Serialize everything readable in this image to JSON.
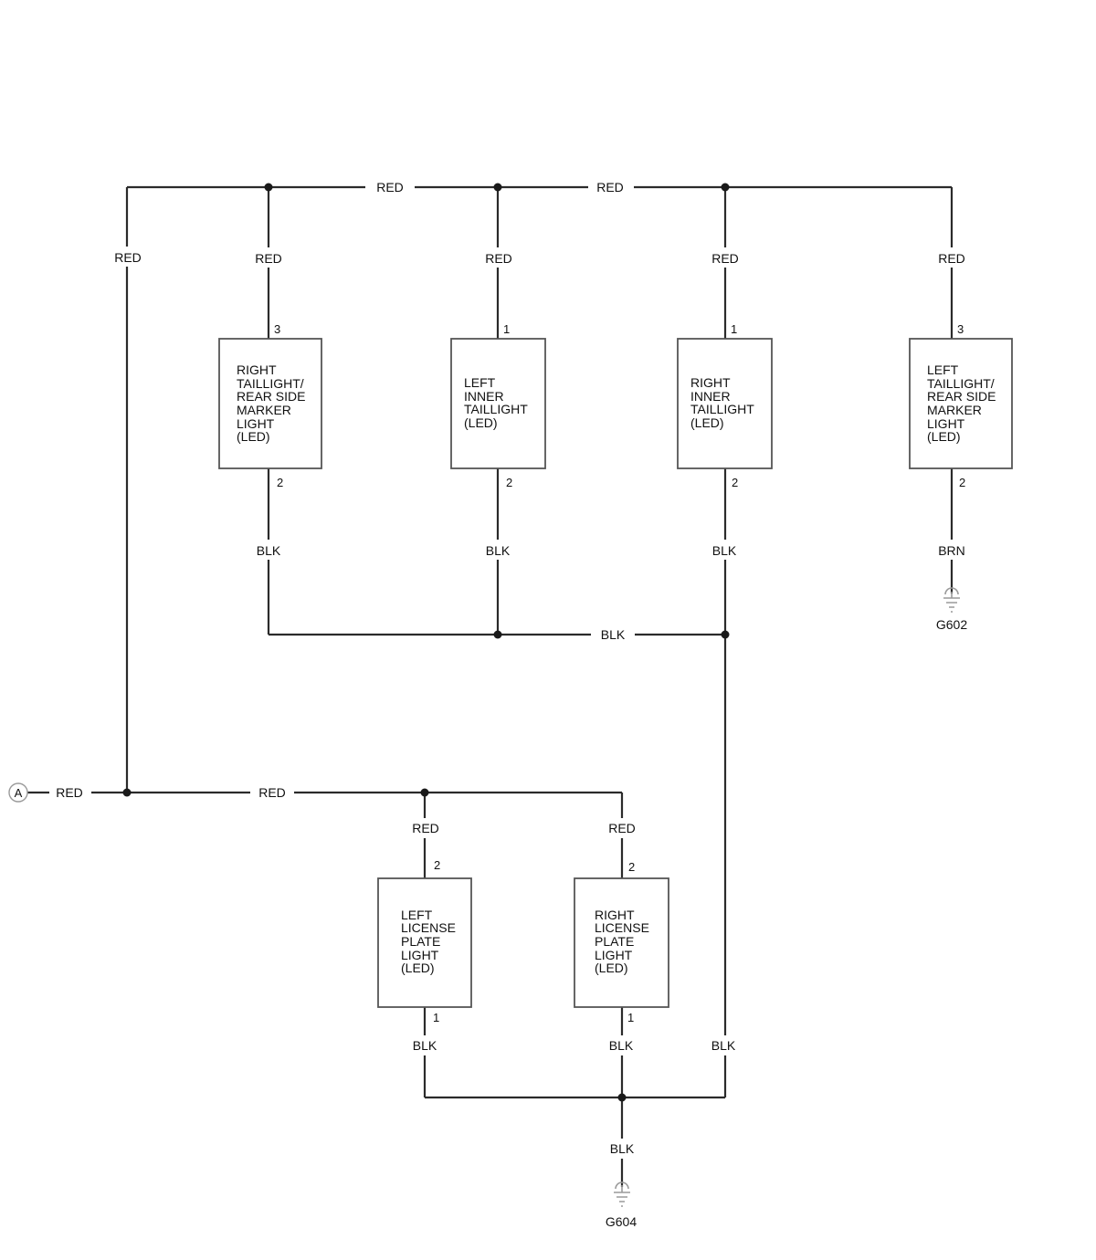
{
  "connector": {
    "letter": "A"
  },
  "wires": {
    "top_bus_1": "RED",
    "top_bus_2": "RED",
    "left_vertical": "RED",
    "c1_feed": "RED",
    "c2_feed": "RED",
    "c3_feed": "RED",
    "c4_feed": "RED",
    "c1_ground": "BLK",
    "c2_ground": "BLK",
    "c3_ground": "BLK",
    "c4_ground": "BRN",
    "mid_ground_bus": "BLK",
    "input_a": "RED",
    "bottom_bus": "RED",
    "lp_left_feed": "RED",
    "lp_right_feed": "RED",
    "lp_left_ground": "BLK",
    "lp_right_ground": "BLK",
    "right_return": "BLK",
    "ground_g604": "BLK"
  },
  "components": {
    "right_taillight": {
      "lines": [
        "RIGHT",
        "TAILLIGHT/",
        "REAR SIDE",
        "MARKER",
        "LIGHT",
        "(LED)"
      ],
      "pin_in": "3",
      "pin_out": "2"
    },
    "left_inner_taillight": {
      "lines": [
        "LEFT",
        "INNER",
        "TAILLIGHT",
        "(LED)"
      ],
      "pin_in": "1",
      "pin_out": "2"
    },
    "right_inner_taillight": {
      "lines": [
        "RIGHT",
        "INNER",
        "TAILLIGHT",
        "(LED)"
      ],
      "pin_in": "1",
      "pin_out": "2"
    },
    "left_taillight": {
      "lines": [
        "LEFT",
        "TAILLIGHT/",
        "REAR SIDE",
        "MARKER",
        "LIGHT",
        "(LED)"
      ],
      "pin_in": "3",
      "pin_out": "2"
    },
    "left_license_plate_light": {
      "lines": [
        "LEFT",
        "LICENSE",
        "PLATE",
        "LIGHT",
        "(LED)"
      ],
      "pin_in": "2",
      "pin_out": "1"
    },
    "right_license_plate_light": {
      "lines": [
        "RIGHT",
        "LICENSE",
        "PLATE",
        "LIGHT",
        "(LED)"
      ],
      "pin_in": "2",
      "pin_out": "1"
    }
  },
  "grounds": {
    "g602": "G602",
    "g604": "G604"
  }
}
